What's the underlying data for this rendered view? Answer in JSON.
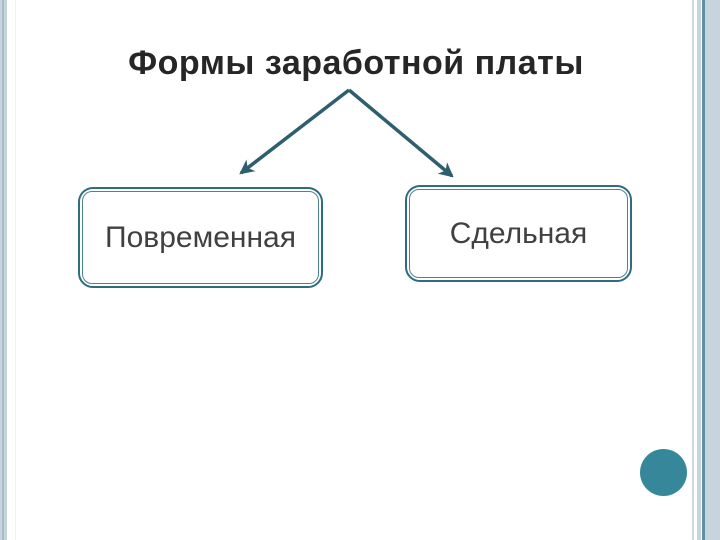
{
  "slide": {
    "title": "Формы заработной платы",
    "nodes": [
      {
        "id": "time-based",
        "label": "Повременная"
      },
      {
        "id": "piece-rate",
        "label": "Сдельная"
      }
    ],
    "connectors": [
      {
        "from": "title",
        "to": "time-based"
      },
      {
        "from": "title",
        "to": "piece-rate"
      }
    ]
  },
  "colors": {
    "title-color": "#262626",
    "node-text": "#404040",
    "box-border": "#2e6d7d",
    "arrow": "#2d5f6e",
    "accent": "#37879b",
    "stripe-light": "#c7d4dc",
    "stripe-mid": "#a6bcca",
    "stripe-pale": "#cfd9df",
    "stripe-dark": "#5e8fa3",
    "stripe-cream": "#f8f2dd"
  }
}
